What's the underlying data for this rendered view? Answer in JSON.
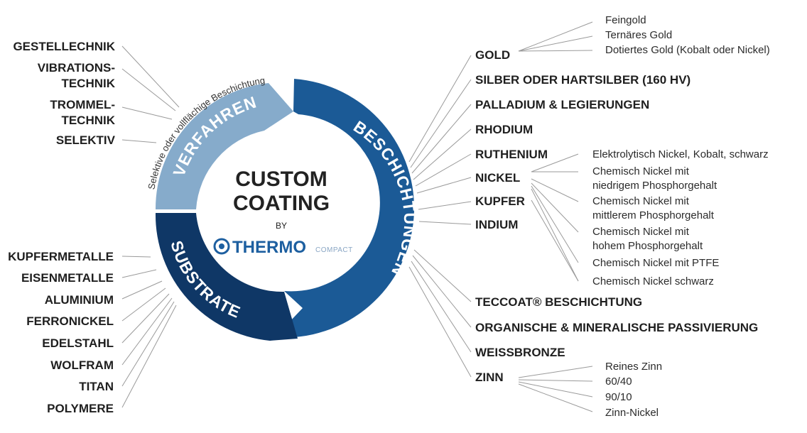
{
  "center": {
    "title_line1": "CUSTOM",
    "title_line2": "COATING",
    "by": "BY",
    "logo_main": "THERMO",
    "logo_sub": "COMPACT"
  },
  "ring": {
    "verfahren": "VERFAHREN",
    "beschichtungen": "BESCHICHTUNGEN",
    "substrate": "SUBSTRATE",
    "arc_note": "Selektive oder vollflächige Beschichtung"
  },
  "colors": {
    "verfahren": "#86abcb",
    "beschichtungen": "#1b5a96",
    "substrate": "#0f3766",
    "brand": "#1d5fa0"
  },
  "verfahren_items": [
    "GESTELLECHNIK",
    "VIBRATIONS-",
    "TECHNIK",
    "TROMMEL-",
    "TECHNIK",
    "SELEKTIV"
  ],
  "substrate_items": [
    "KUPFERMETALLE",
    "EISENMETALLE",
    "ALUMINIUM",
    "FERRONICKEL",
    "EDELSTAHL",
    "WOLFRAM",
    "TITAN",
    "POLYMERE"
  ],
  "coatings": {
    "gold": "GOLD",
    "silber": "SILBER ODER HARTSILBER (160 HV)",
    "palladium": "PALLADIUM & LEGIERUNGEN",
    "rhodium": "RHODIUM",
    "ruthenium": "RUTHENIUM",
    "nickel": "NICKEL",
    "kupfer": "KUPFER",
    "indium": "INDIUM",
    "teccoat": "TECCOAT® BESCHICHTUNG",
    "passivierung": "ORGANISCHE & MINERALISCHE PASSIVIERUNG",
    "weissbronze": "WEISSBRONZE",
    "zinn": "ZINN"
  },
  "gold_subs": [
    "Feingold",
    "Ternäres Gold",
    "Dotiertes Gold (Kobalt oder Nickel)"
  ],
  "nickel_subs": [
    "Elektrolytisch Nickel, Kobalt, schwarz",
    "Chemisch Nickel mit",
    "niedrigem Phosphorgehalt",
    "Chemisch Nickel mit",
    "mittlerem Phosphorgehalt",
    "Chemisch Nickel mit",
    "hohem Phosphorgehalt",
    "Chemisch Nickel mit PTFE",
    "Chemisch Nickel schwarz"
  ],
  "zinn_subs": [
    "Reines Zinn",
    "60/40",
    "90/10",
    "Zinn-Nickel"
  ]
}
